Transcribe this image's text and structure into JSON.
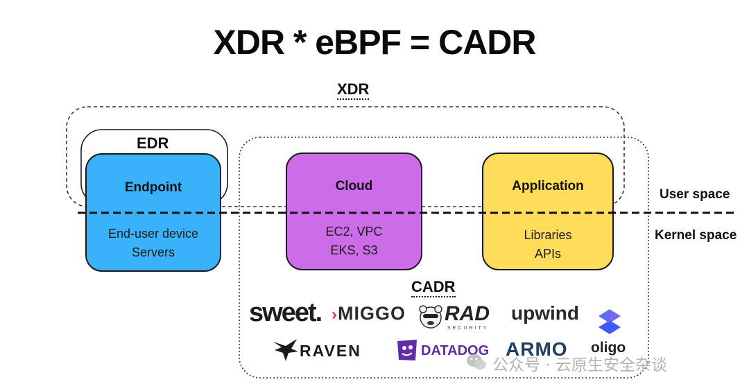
{
  "title": "XDR * eBPF = CADR",
  "regions": {
    "xdr": "XDR",
    "edr": "EDR",
    "cadr": "CADR"
  },
  "cards": {
    "endpoint": {
      "name": "Endpoint",
      "lines": [
        "End-user device",
        "Servers"
      ],
      "color": "#3ab1fb"
    },
    "cloud": {
      "name": "Cloud",
      "lines": [
        "EC2, VPC",
        "EKS, S3"
      ],
      "color": "#cc6ce8"
    },
    "application": {
      "name": "Application",
      "lines": [
        "Libraries",
        "APIs"
      ],
      "color": "#ffdc5a"
    }
  },
  "spaces": {
    "user": "User space",
    "kernel": "Kernel space"
  },
  "logos": {
    "sweet": "sweet.",
    "miggo": "MIGGO",
    "rad": "RAD",
    "rad_sub": "SECURITY",
    "upwind": "upwind",
    "oligo": "oligo",
    "raven": "RAVEN",
    "datadog": "DATADOG",
    "armo": "ARMO"
  },
  "watermark": "公众号 · 云原生安全杂谈"
}
